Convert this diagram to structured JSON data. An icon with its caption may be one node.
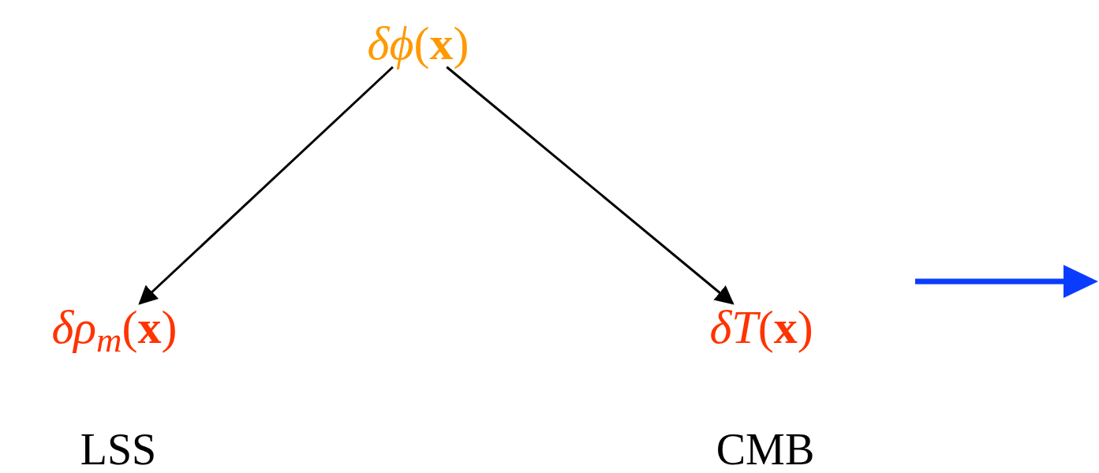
{
  "diagram": {
    "nodes": [
      {
        "text": [
          "*δϕ*(**x**)"
        ]
      },
      {
        "text": [
          "*δρ*$_{m}$(**x**)"
        ],
        "beside": [
          "LSS"
        ]
      },
      {
        "text": [
          "*δT*(**x**)"
        ],
        "beside": [
          "CMB"
        ]
      }
    ],
    "edges": [
      {
        "from": 0,
        "to": 1,
        "arrow": "to"
      },
      {
        "from": 0,
        "to": 2,
        "arrow": "to"
      }
    ]
  }
}
